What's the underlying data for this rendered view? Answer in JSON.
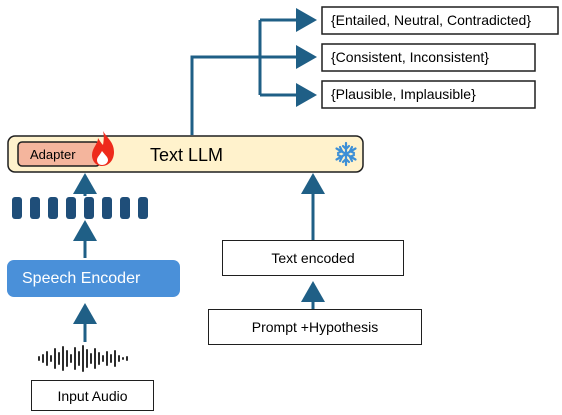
{
  "outputs": [
    {
      "label": "{Entailed, Neutral, Contradicted}"
    },
    {
      "label": "{Consistent, Inconsistent}"
    },
    {
      "label": "{Plausible, Implausible}"
    }
  ],
  "llm": {
    "label": "Text LLM",
    "adapter_label": "Adapter",
    "adapter_icon": "flame-icon",
    "frozen_icon": "snowflake-icon"
  },
  "speech_encoder": {
    "label": "Speech Encoder"
  },
  "input_audio": {
    "label": "Input Audio",
    "icon": "waveform-icon"
  },
  "text_encoded": {
    "label": "Text encoded"
  },
  "prompt": {
    "label": "Prompt +Hypothesis"
  },
  "tokens": {
    "count": 8,
    "icon": "token-block-icon"
  },
  "colors": {
    "arrow": "#1f5f86",
    "tokens": "#1f4e79",
    "llm_fill": "#fff2cc",
    "adapter_fill": "#f4b59d",
    "speech_encoder_fill": "#4a90d9",
    "snowflake": "#3d8fd6",
    "flame": "#ee2a1b"
  }
}
